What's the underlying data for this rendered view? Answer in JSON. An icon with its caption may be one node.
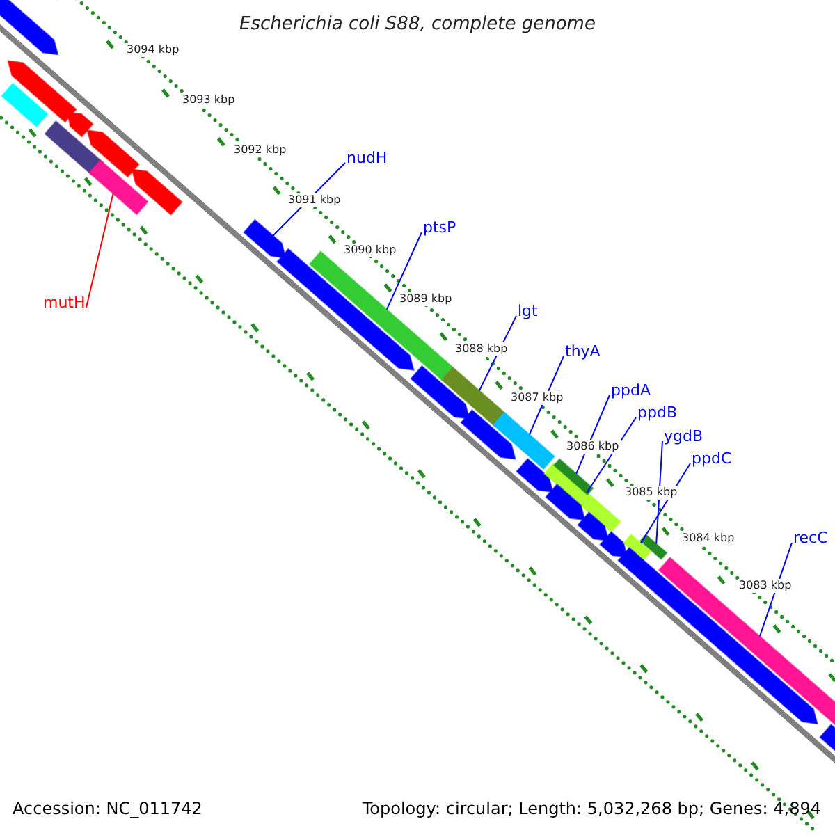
{
  "diagram": {
    "title": "Escherichia coli S88, complete genome",
    "nodes": [
      {
        "text": [
          "nudH"
        ]
      },
      {
        "text": [
          "ptsP"
        ]
      },
      {
        "text": [
          "lgt"
        ]
      },
      {
        "text": [
          "thyA"
        ]
      },
      {
        "text": [
          "ppdA"
        ]
      },
      {
        "text": [
          "ppdB"
        ]
      },
      {
        "text": [
          "ygdB"
        ]
      },
      {
        "text": [
          "ppdC"
        ]
      },
      {
        "text": [
          "recC"
        ]
      },
      {
        "text": [
          "mutH"
        ]
      },
      {
        "text": [],
        "shape": "arrow"
      },
      {
        "text": [],
        "shape": "bar"
      },
      {
        "text": [],
        "shape": "arrow"
      },
      {
        "text": [],
        "shape": "bar"
      },
      {
        "text": [],
        "shape": "arrow"
      },
      {
        "text": [],
        "shape": "arrow"
      },
      {
        "text": [],
        "shape": "bar"
      },
      {
        "text": [],
        "shape": "arrow"
      },
      {
        "text": [],
        "shape": "arrow"
      },
      {
        "text": [],
        "shape": "arrow"
      },
      {
        "text": [],
        "shape": "bar"
      },
      {
        "text": [],
        "shape": "arrow"
      },
      {
        "text": [],
        "shape": "bar"
      },
      {
        "text": [],
        "shape": "arrow"
      },
      {
        "text": [],
        "shape": "bar"
      },
      {
        "text": [],
        "shape": "arrow"
      },
      {
        "text": [],
        "shape": "bar"
      },
      {
        "text": [],
        "shape": "bar"
      },
      {
        "text": [],
        "shape": "arrow"
      },
      {
        "text": [],
        "shape": "arrow"
      },
      {
        "text": [],
        "shape": "arrow"
      },
      {
        "text": [],
        "shape": "bar"
      },
      {
        "text": [],
        "shape": "arrow"
      },
      {
        "text": [],
        "shape": "bar"
      },
      {
        "text": [],
        "shape": "bar"
      },
      {
        "text": [],
        "shape": "bar"
      }
    ],
    "edges": [
      {
        "from": 0,
        "to": 18,
        "arrow": "none"
      },
      {
        "from": 1,
        "to": 20,
        "arrow": "none"
      },
      {
        "from": 2,
        "to": 22,
        "arrow": "none"
      },
      {
        "from": 3,
        "to": 24,
        "arrow": "none"
      },
      {
        "from": 4,
        "to": 27,
        "arrow": "none"
      },
      {
        "from": 5,
        "to": 26,
        "arrow": "none"
      },
      {
        "from": 6,
        "to": 33,
        "arrow": "none"
      },
      {
        "from": 7,
        "to": 31,
        "arrow": "none"
      },
      {
        "from": 8,
        "to": 34,
        "arrow": "none"
      },
      {
        "from": 9,
        "to": 16,
        "arrow": "none",
        "color": "#ff0000"
      }
    ],
    "labels": [
      "3094 kbp",
      "3093 kbp",
      "3092 kbp",
      "3091 kbp",
      "3090 kbp",
      "3089 kbp",
      "3088 kbp",
      "3087 kbp",
      "3086 kbp",
      "3085 kbp",
      "3084 kbp",
      "3083 kbp",
      "Accession: NC_011742",
      "Topology: circular; Length: 5,032,268 bp; Genes: 4,894"
    ]
  }
}
